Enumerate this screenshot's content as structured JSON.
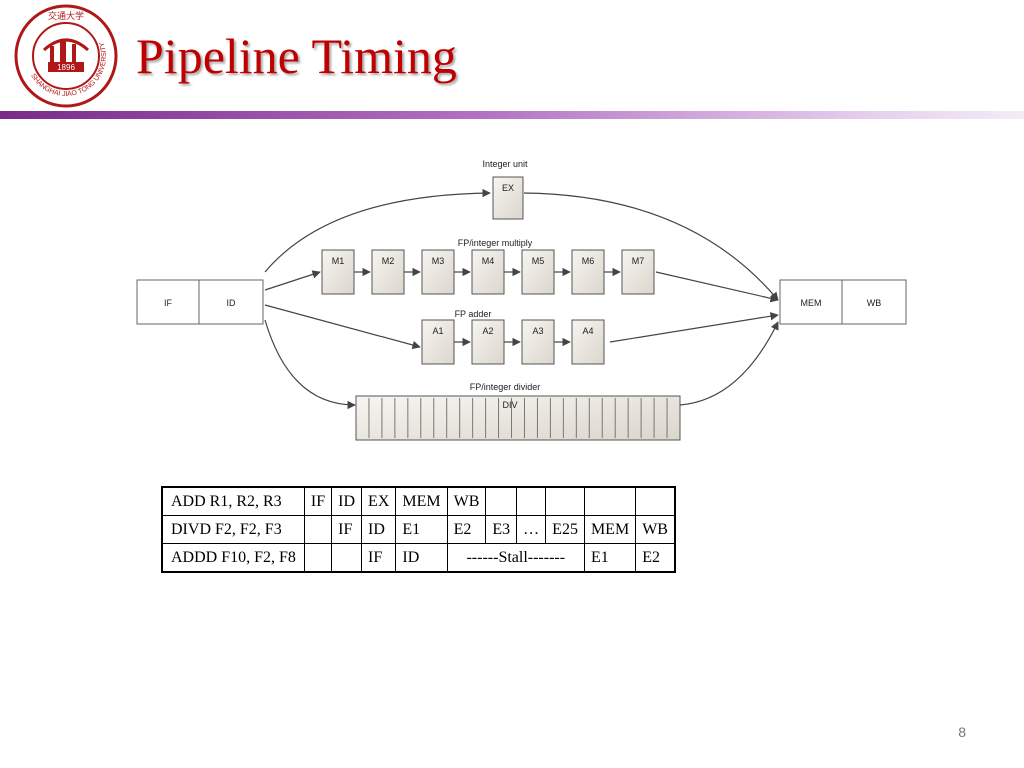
{
  "slide": {
    "title": "Pipeline Timing",
    "page_number": "8",
    "logo": {
      "icon": "university-seal-icon",
      "ring_text": "SHANGHAI JIAO TONG UNIVERSITY",
      "year": "1896",
      "characters": "交通大学"
    },
    "accent_color": "#c00000",
    "rule_color": "#7a2a8a"
  },
  "diagram": {
    "integer_unit": {
      "label": "Integer unit",
      "stage": "EX"
    },
    "multiply": {
      "label": "FP/integer multiply",
      "stages": [
        "M1",
        "M2",
        "M3",
        "M4",
        "M5",
        "M6",
        "M7"
      ]
    },
    "adder": {
      "label": "FP adder",
      "stages": [
        "A1",
        "A2",
        "A3",
        "A4"
      ]
    },
    "divider": {
      "label": "FP/integer divider",
      "stage": "DIV"
    },
    "front": [
      "IF",
      "ID"
    ],
    "back": [
      "MEM",
      "WB"
    ]
  },
  "timing_table": {
    "rows": [
      [
        "ADD R1, R2, R3",
        "IF",
        "ID",
        "EX",
        "MEM",
        "WB",
        "",
        "",
        "",
        "",
        ""
      ],
      [
        "DIVD F2, F2, F3",
        "",
        "IF",
        "ID",
        "E1",
        "E2",
        "E3",
        "…",
        "E25",
        "MEM",
        "WB"
      ],
      [
        "ADDD F10, F2, F8",
        "",
        "",
        "IF",
        "ID",
        "------Stall-------",
        "E1",
        "E2"
      ]
    ]
  }
}
